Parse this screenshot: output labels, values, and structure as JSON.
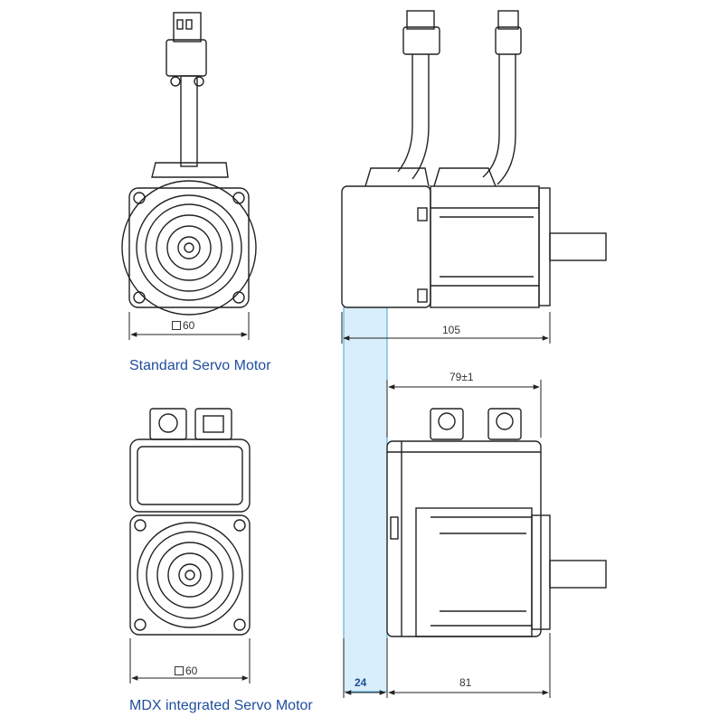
{
  "captions": {
    "standard": "Standard Servo Motor",
    "integrated": "MDX integrated Servo Motor"
  },
  "dimensions": {
    "standard_square": "60",
    "standard_length": "105",
    "integrated_square": "60",
    "integrated_body": "79±1",
    "integrated_motor": "81",
    "highlight_offset": "24"
  },
  "colors": {
    "caption": "#1f4e9c",
    "highlight_fill": "#d8eefa",
    "highlight_stroke": "#4aa3d6",
    "line": "#222222"
  }
}
